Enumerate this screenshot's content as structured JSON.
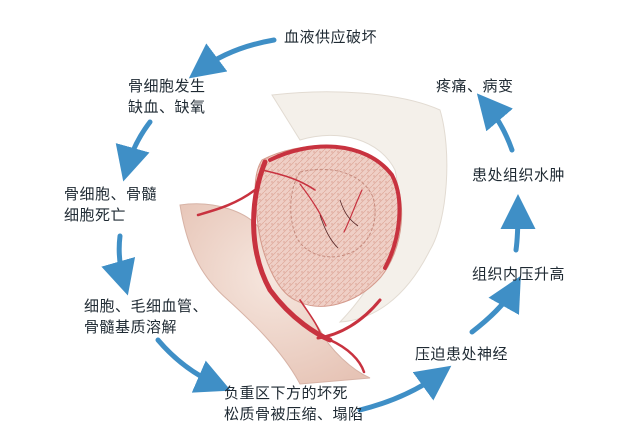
{
  "colors": {
    "arrow": "#3f8fc6",
    "vessel": "#c8323f",
    "bone_pink": "#efcfc6",
    "cartilage": "#f4f0ea",
    "text": "#1f2a33"
  },
  "steps": {
    "s1": {
      "lines": [
        "血液供应破坏"
      ]
    },
    "s2": {
      "lines": [
        "骨细胞发生",
        "缺血、缺氧"
      ]
    },
    "s3": {
      "lines": [
        "骨细胞、骨髓",
        "细胞死亡"
      ]
    },
    "s4": {
      "lines": [
        "细胞、毛细血管、",
        "骨髓基质溶解"
      ]
    },
    "s5": {
      "lines": [
        "负重区下方的坏死",
        "松质骨被压缩、塌陷"
      ]
    },
    "s6": {
      "lines": [
        "压迫患处神经"
      ]
    },
    "s7": {
      "lines": [
        "组织内压升高"
      ]
    },
    "s8": {
      "lines": [
        "患处组织水肿"
      ]
    },
    "s9": {
      "lines": [
        "疼痛、病变"
      ]
    }
  },
  "icons": {
    "cycle_arrow": "curved-arrow-icon",
    "illustration": "femoral-head-illustration"
  }
}
